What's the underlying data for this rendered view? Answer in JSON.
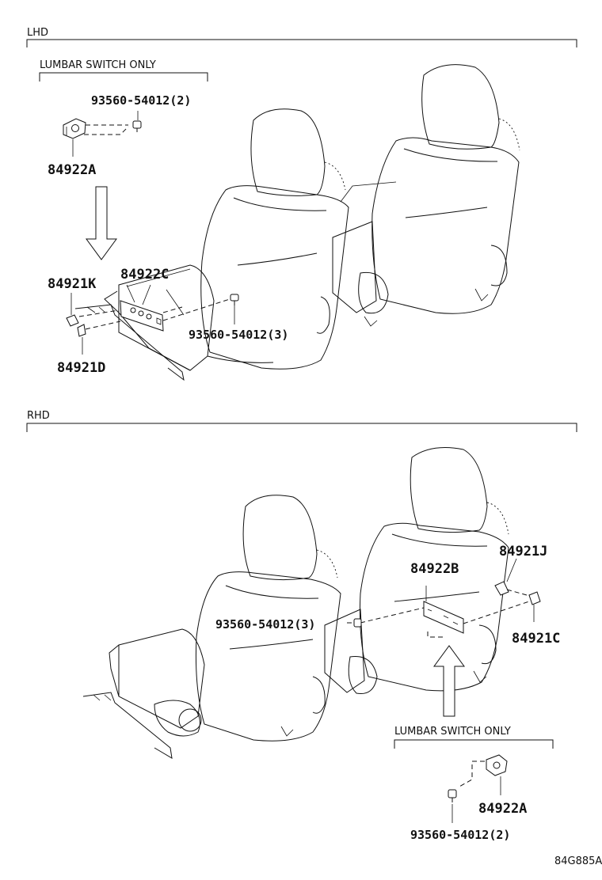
{
  "sections": {
    "lhd": "LHD",
    "rhd": "RHD"
  },
  "lhd": {
    "note": "LUMBAR SWITCH ONLY",
    "screw_top": "93560-54012(2)",
    "part_a": "84922A",
    "part_k": "84921K",
    "part_c": "84922C",
    "part_d": "84921D",
    "screw_main": "93560-54012(3)"
  },
  "rhd": {
    "part_b": "84922B",
    "part_j": "84921J",
    "screw_main": "93560-54012(3)",
    "part_c": "84921C",
    "note": "LUMBAR SWITCH ONLY",
    "part_a": "84922A",
    "screw_bottom": "93560-54012(2)"
  },
  "diagram_code": "84G885A"
}
